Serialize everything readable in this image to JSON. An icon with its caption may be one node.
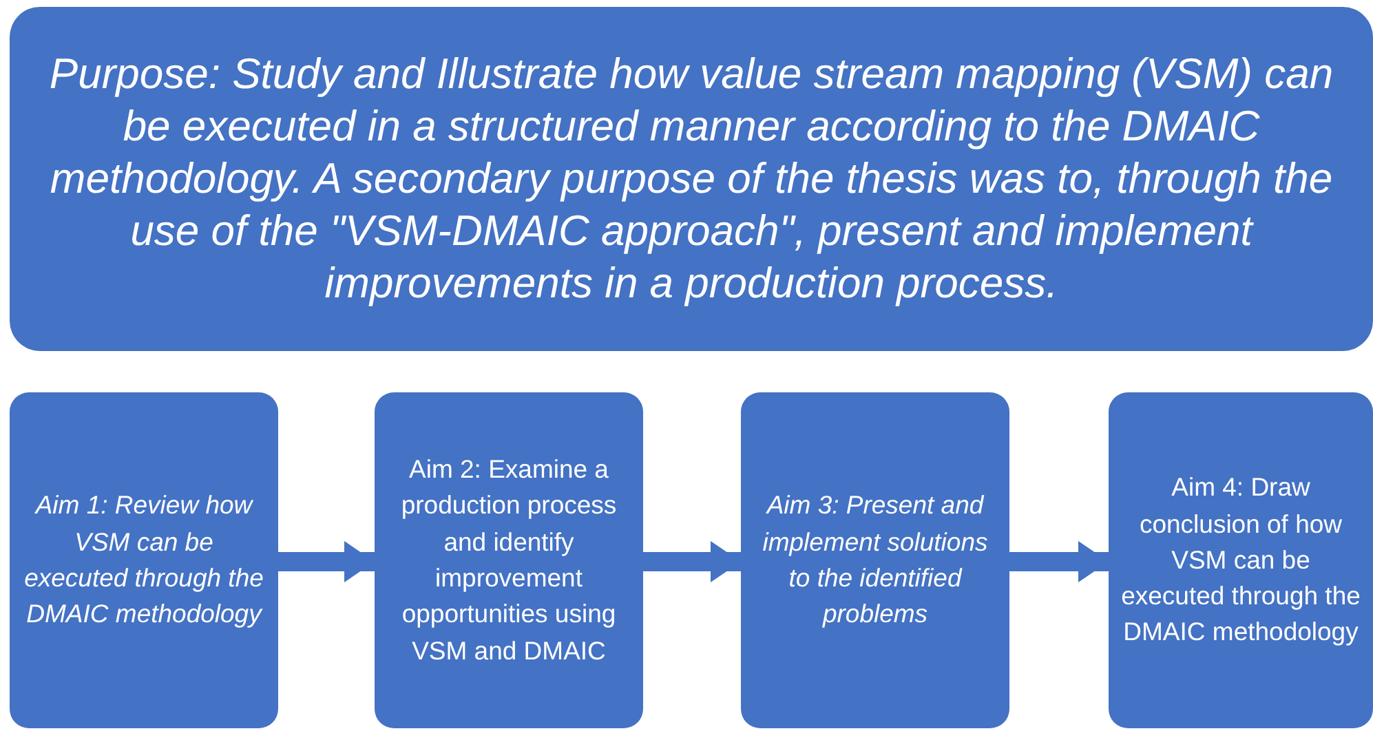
{
  "diagram": {
    "nodes": [
      {
        "text": [
          "Purpose: Study and Illustrate how value stream mapping (VSM) can be executed in a structured manner according to the DMAIC methodology. A secondary purpose of the thesis was to, through the use of the \"VSM-DMAIC approach\", present and implement improvements in a production process."
        ]
      },
      {
        "text": [
          "Aim 1: Review how VSM can be executed through the DMAIC methodology"
        ]
      },
      {
        "text": [
          "Aim 2: Examine a production process and identify improvement opportunities using VSM and DMAIC"
        ]
      },
      {
        "text": [
          "Aim 3: Present and implement solutions to the identified problems"
        ]
      },
      {
        "text": [
          "Aim 4: Draw conclusion of how VSM can be executed through the DMAIC methodology"
        ]
      }
    ],
    "edges": [
      {
        "from": 1,
        "to": 2,
        "arrow": "to"
      },
      {
        "from": 2,
        "to": 3,
        "arrow": "to"
      },
      {
        "from": 3,
        "to": 4,
        "arrow": "to"
      }
    ]
  }
}
